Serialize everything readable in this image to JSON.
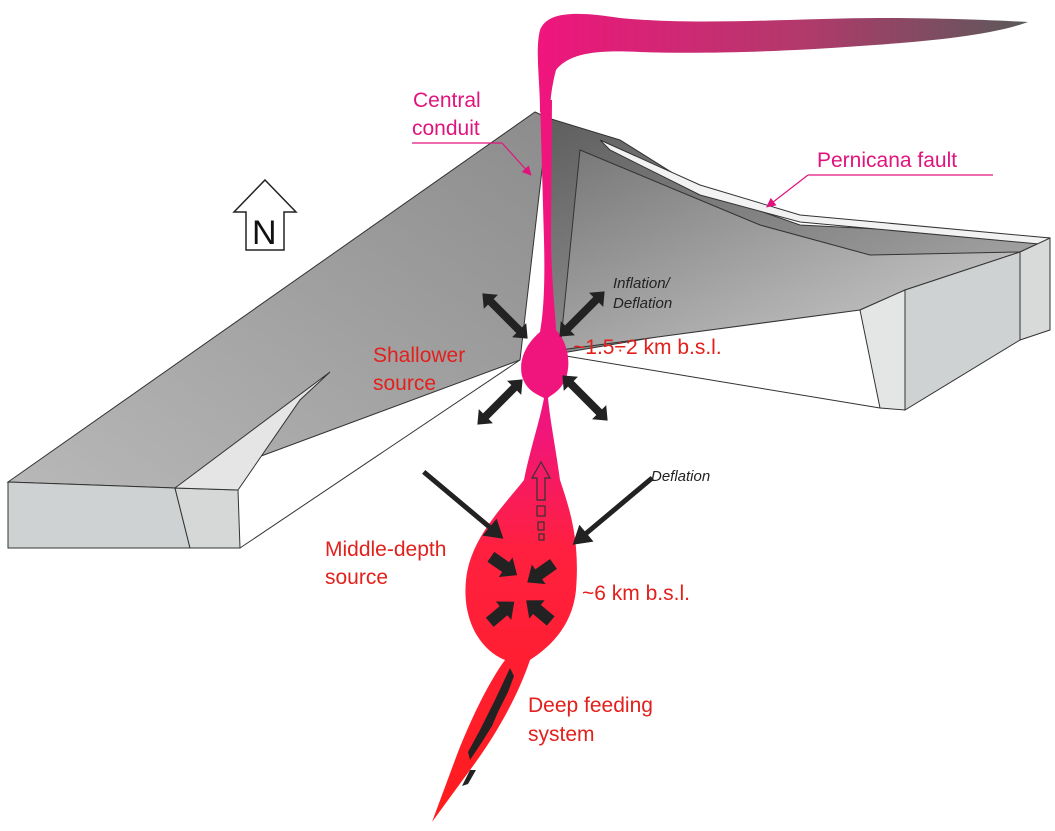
{
  "labels": {
    "central_conduit": [
      "Central",
      "conduit"
    ],
    "pernicana_fault": "Pernicana fault",
    "north": "N",
    "inflation_deflation": [
      "Inflation/",
      "Deflation"
    ],
    "shallower_source": [
      "Shallower",
      "source"
    ],
    "shallow_depth": "~1.5÷2 km b.s.l.",
    "deflation": "Deflation",
    "middle_source": [
      "Middle-depth",
      "source"
    ],
    "middle_depth": "~6 km b.s.l.",
    "deep_system": [
      "Deep feeding",
      "system"
    ]
  },
  "colors": {
    "conduit": "#f0157d",
    "magma": "#ff1c1c",
    "label_magenta": "#e0147c",
    "label_red": "#e2201c",
    "block_side": "#cfd2d2",
    "slope_light": "#c4c4c4",
    "slope_dark": "#6f6f6f",
    "arrow": "#222222"
  }
}
